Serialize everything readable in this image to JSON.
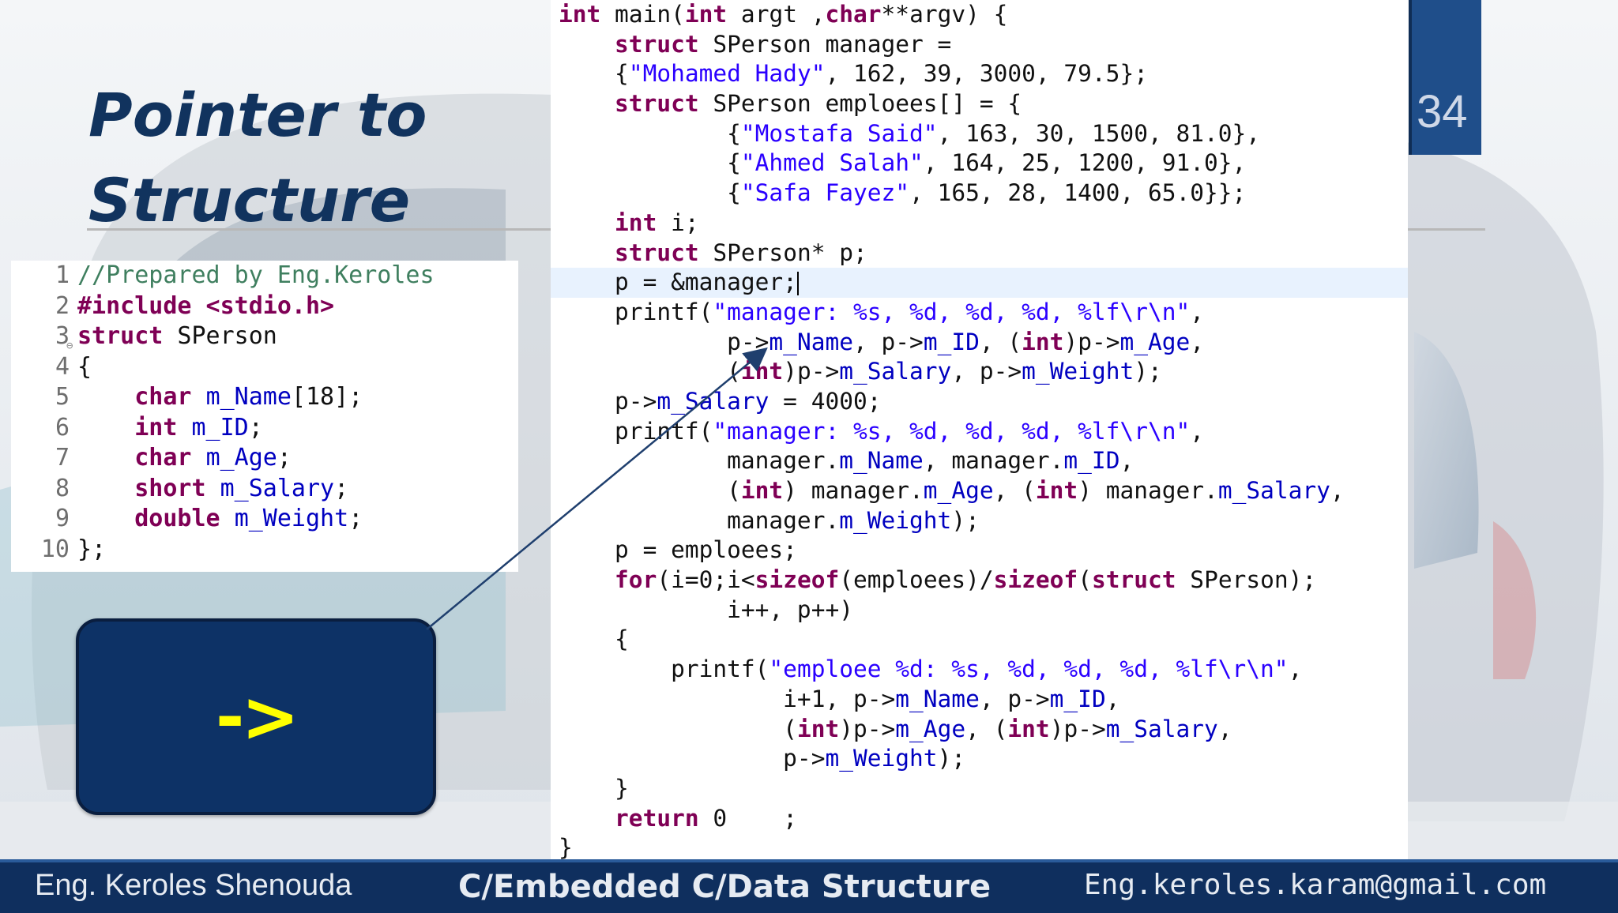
{
  "slide": {
    "title_line1": "Pointer to",
    "title_line2": "Structure",
    "page_number": "34"
  },
  "operator_box": {
    "symbol": "->"
  },
  "left_code": {
    "lines": [
      {
        "num": "1",
        "text": "//Prepared by Eng.Keroles"
      },
      {
        "num": "2",
        "text": "#include <stdio.h>"
      },
      {
        "num": "3",
        "text": "struct SPerson"
      },
      {
        "num": "4",
        "text": "{"
      },
      {
        "num": "5",
        "text": "    char m_Name[18];"
      },
      {
        "num": "6",
        "text": "    int m_ID;"
      },
      {
        "num": "7",
        "text": "    char m_Age;"
      },
      {
        "num": "8",
        "text": "    short m_Salary;"
      },
      {
        "num": "9",
        "text": "    double m_Weight;"
      },
      {
        "num": "10",
        "text": "};"
      }
    ]
  },
  "main_code": {
    "lines": [
      "int main(int argt ,char**argv) {",
      "    struct SPerson manager =",
      "    {\"Mohamed Hady\", 162, 39, 3000, 79.5};",
      "    struct SPerson emploees[] = {",
      "            {\"Mostafa Said\", 163, 30, 1500, 81.0},",
      "            {\"Ahmed Salah\", 164, 25, 1200, 91.0},",
      "            {\"Safa Fayez\", 165, 28, 1400, 65.0}};",
      "    int i;",
      "    struct SPerson* p;",
      "    p = &manager;",
      "    printf(\"manager: %s, %d, %d, %d, %lf\\r\\n\",",
      "            p->m_Name, p->m_ID, (int)p->m_Age,",
      "            (int)p->m_Salary, p->m_Weight);",
      "    p->m_Salary = 4000;",
      "    printf(\"manager: %s, %d, %d, %d, %lf\\r\\n\",",
      "            manager.m_Name, manager.m_ID,",
      "            (int) manager.m_Age, (int) manager.m_Salary,",
      "            manager.m_Weight);",
      "    p = emploees;",
      "    for(i=0;i<sizeof(emploees)/sizeof(struct SPerson);",
      "            i++, p++)",
      "    {",
      "        printf(\"emploee %d: %s, %d, %d, %d, %lf\\r\\n\",",
      "                i+1, p->m_Name, p->m_ID,",
      "                (int)p->m_Age, (int)p->m_Salary,",
      "                p->m_Weight);",
      "    }",
      "    return 0    ;",
      "}"
    ]
  },
  "footer": {
    "author": "Eng. Keroles Shenouda",
    "course": "C/Embedded C/Data Structure",
    "email": "Eng.keroles.karam@gmail.com"
  },
  "colors": {
    "title": "#11335e",
    "footer_bg": "#0f2f5e",
    "box_bg": "#0d3266",
    "arrow_symbol": "#ffff00",
    "keyword": "#7f0055",
    "string": "#2a00ff",
    "field": "#0000c0",
    "comment": "#3f7f5f"
  }
}
